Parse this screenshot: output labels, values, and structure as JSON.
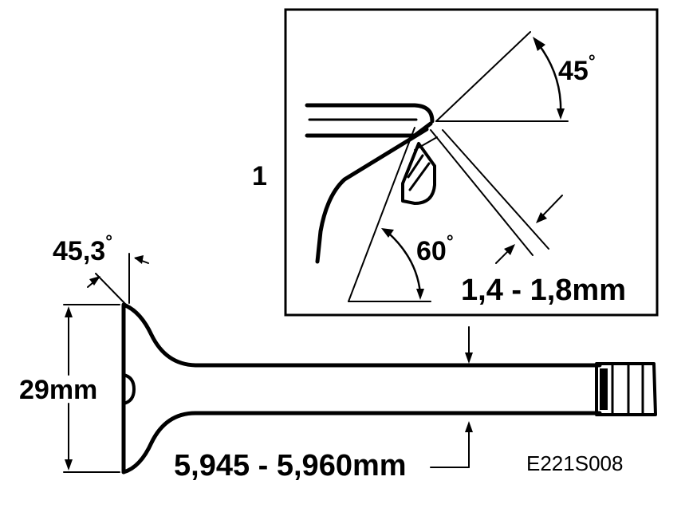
{
  "labels": {
    "detail_number": "1",
    "seat_angle_top": "45",
    "seat_angle_bottom": "60",
    "seat_width": "1,4 - 1,8mm",
    "face_angle": "45,3",
    "head_diameter": "29mm",
    "stem_diameter": "5,945 - 5,960mm",
    "figure_code": "E221S008",
    "degree_symbol": "°"
  },
  "colors": {
    "ink": "#000000",
    "background": "#ffffff"
  }
}
